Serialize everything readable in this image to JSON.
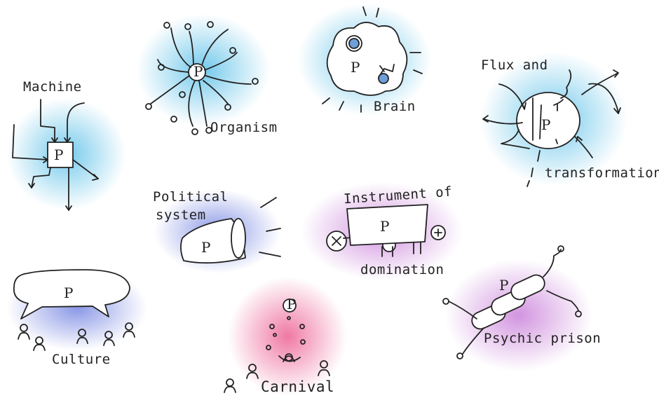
{
  "metaphors": {
    "machine": {
      "label": "Machine",
      "center": "P"
    },
    "organism": {
      "label": "Organism",
      "center": "P"
    },
    "brain": {
      "label": "Brain",
      "center": "P"
    },
    "flux": {
      "label_top": "Flux and",
      "label_bottom": "transformation",
      "center": "P"
    },
    "political": {
      "label_line1": "Political",
      "label_line2": "system",
      "center": "P"
    },
    "instrument": {
      "label_top": "Instrument of",
      "label_bottom": "domination",
      "center": "P"
    },
    "culture": {
      "label": "Culture",
      "center": "P"
    },
    "carnival": {
      "label": "Carnival",
      "center": "P"
    },
    "prison": {
      "label": "Psychic prison",
      "center": "P"
    }
  },
  "colors": {
    "blue": "#5bc0e8",
    "indigo": "#6f7fe0",
    "magenta": "#c77ad8",
    "pink": "#ee6a9a",
    "ink": "#222222"
  }
}
